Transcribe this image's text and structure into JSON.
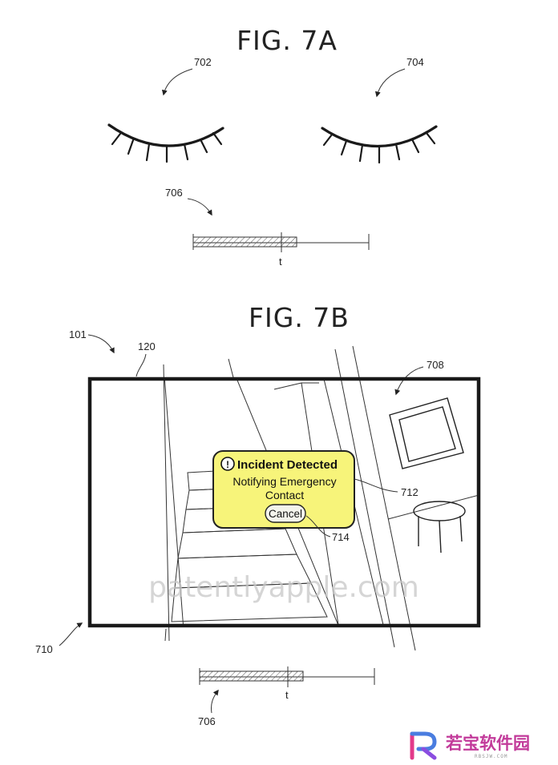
{
  "fig7a": {
    "title": "FIG. 7A",
    "labels": {
      "left_eye": "702",
      "right_eye": "704",
      "timeline": "706"
    },
    "timeline_marker": "t"
  },
  "fig7b": {
    "title": "FIG. 7B",
    "labels": {
      "device": "101",
      "display": "120",
      "scene": "708",
      "popup": "712",
      "cancel": "714",
      "frame": "710",
      "timeline": "706"
    },
    "timeline_marker": "t",
    "popup": {
      "alert_symbol": "!",
      "title": "Incident Detected",
      "line1": "Notifying Emergency",
      "line2": "Contact",
      "cancel_label": "Cancel",
      "color": "#f7f47a"
    }
  },
  "watermark": "patentlyapple.com",
  "logo": {
    "text": "若宝软件园",
    "subtext": "RBSJW.COM"
  }
}
